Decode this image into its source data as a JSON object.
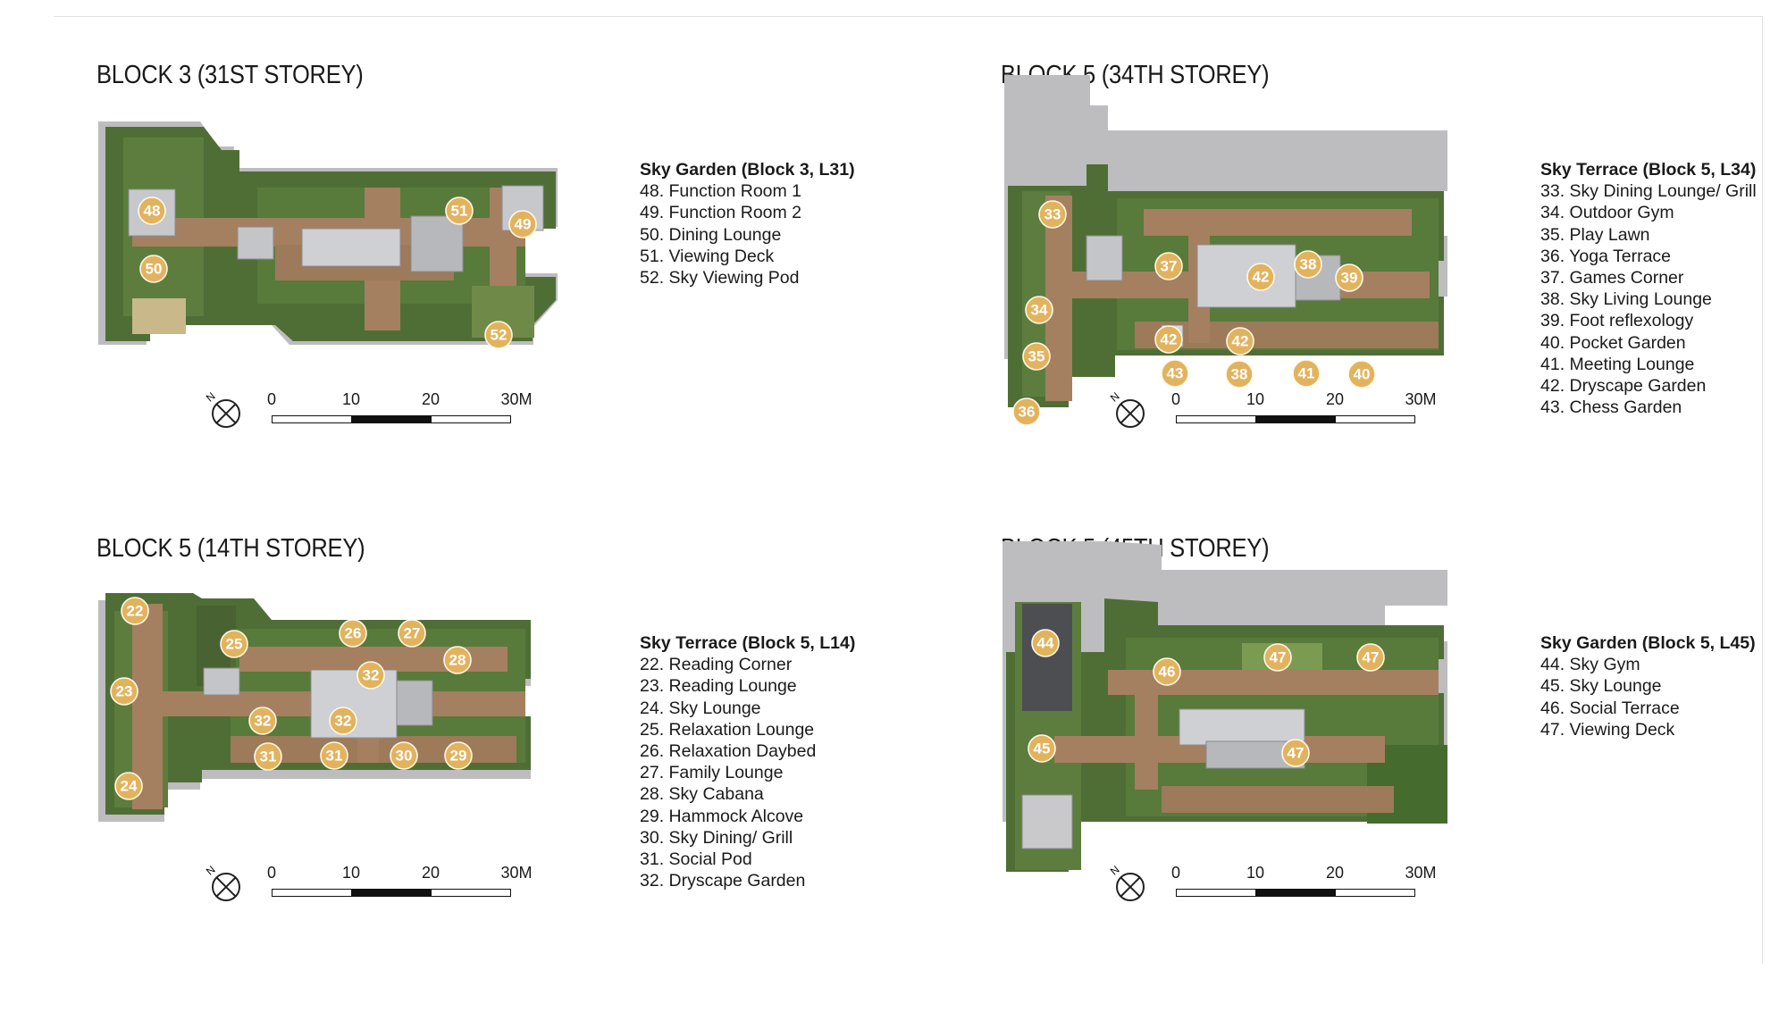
{
  "colors": {
    "marker": "#e2b35f",
    "deck": "#a48060",
    "greenery": "#4f6e36",
    "pavement": "#b9b9bc",
    "building": "#cfd0d4"
  },
  "scale_labels": [
    "0",
    "10",
    "20",
    "30M"
  ],
  "compass": {
    "label": "N",
    "icon": "north-arrow-icon"
  },
  "panels": [
    {
      "id": "block3-31",
      "title": "BLOCK 3 (31ST STOREY)",
      "legend_title": "Sky Garden (Block 3, L31)",
      "legend": [
        "48. Function Room 1",
        "49. Function Room 2",
        "50. Dining Lounge",
        "51. Viewing Deck",
        "52. Sky Viewing Pod"
      ],
      "markers": [
        "48",
        "49",
        "50",
        "51",
        "52"
      ]
    },
    {
      "id": "block5-34",
      "title": "BLOCK 5 (34TH STOREY)",
      "legend_title": "Sky Terrace (Block 5, L34)",
      "legend": [
        "33. Sky Dining Lounge/ Grill",
        "34. Outdoor Gym",
        "35. Play Lawn",
        "36. Yoga Terrace",
        "37. Games Corner",
        "38. Sky Living Lounge",
        "39. Foot reflexology",
        "40. Pocket Garden",
        "41. Meeting Lounge",
        "42. Dryscape Garden",
        "43. Chess Garden"
      ],
      "markers": [
        "33",
        "37",
        "42",
        "38",
        "39",
        "34",
        "42",
        "42",
        "35",
        "43",
        "38",
        "41",
        "40",
        "36"
      ]
    },
    {
      "id": "block5-14",
      "title": "BLOCK 5 (14TH STOREY)",
      "legend_title": "Sky Terrace (Block 5, L14)",
      "legend": [
        "22. Reading Corner",
        "23. Reading Lounge",
        "24. Sky Lounge",
        "25. Relaxation Lounge",
        "26. Relaxation Daybed",
        "27. Family Lounge",
        "28. Sky Cabana",
        "29. Hammock Alcove",
        "30. Sky Dining/ Grill",
        "31. Social Pod",
        "32. Dryscape Garden"
      ],
      "markers": [
        "22",
        "25",
        "26",
        "27",
        "28",
        "32",
        "23",
        "32",
        "32",
        "31",
        "31",
        "30",
        "29",
        "24"
      ]
    },
    {
      "id": "block5-45",
      "title": "BLOCK 5 (45TH STOREY)",
      "legend_title": "Sky Garden (Block 5, L45)",
      "legend": [
        "44. Sky Gym",
        "45. Sky Lounge",
        "46. Social Terrace",
        "47. Viewing Deck"
      ],
      "markers": [
        "44",
        "47",
        "47",
        "46",
        "45",
        "47"
      ]
    }
  ]
}
